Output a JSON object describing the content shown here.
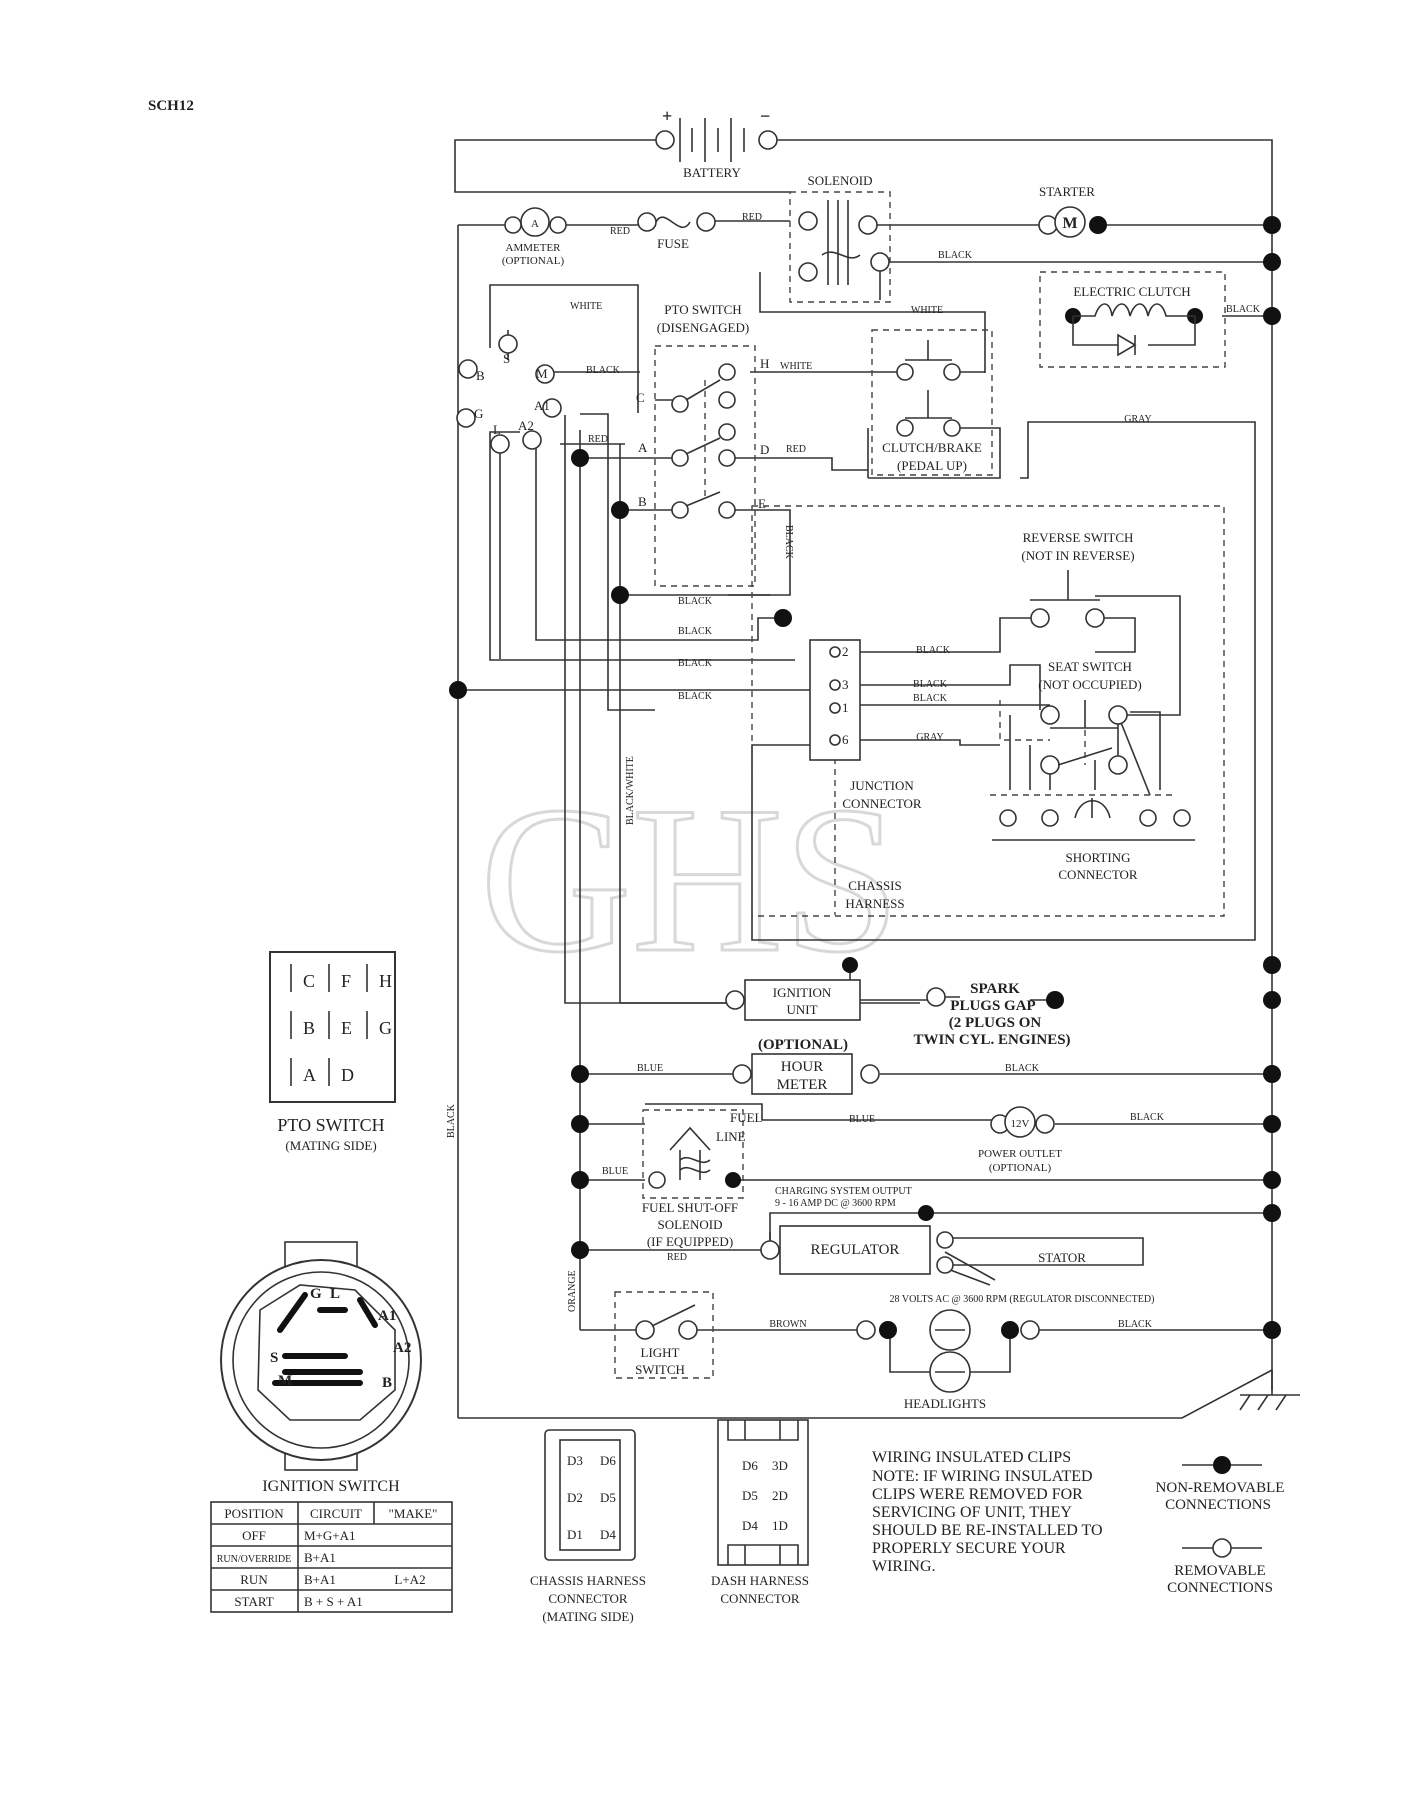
{
  "page": {
    "code": "SCH12",
    "watermark": "GHS"
  },
  "components": {
    "battery": "BATTERY",
    "battery_plus": "+",
    "battery_minus": "−",
    "solenoid": "SOLENOID",
    "starter": "STARTER",
    "starter_symbol": "M",
    "ammeter_l1": "AMMETER",
    "ammeter_l2": "(OPTIONAL)",
    "ammeter_symbol": "A",
    "fuse": "FUSE",
    "electric_clutch": "ELECTRIC CLUTCH",
    "pto_switch_l1": "PTO SWITCH",
    "pto_switch_l2": "(DISENGAGED)",
    "clutch_brake_l1": "CLUTCH/BRAKE",
    "clutch_brake_l2": "(PEDAL UP)",
    "reverse_switch_l1": "REVERSE SWITCH",
    "reverse_switch_l2": "(NOT IN REVERSE)",
    "seat_switch_l1": "SEAT SWITCH",
    "seat_switch_l2": "(NOT OCCUPIED)",
    "junction_l1": "JUNCTION",
    "junction_l2": "CONNECTOR",
    "shorting_l1": "SHORTING",
    "shorting_l2": "CONNECTOR",
    "chassis_l1": "CHASSIS",
    "chassis_l2": "HARNESS",
    "ignition_unit_l1": "IGNITION",
    "ignition_unit_l2": "UNIT",
    "spark_l1": "SPARK",
    "spark_l2": "PLUGS GAP",
    "spark_l3": "(2 PLUGS ON",
    "spark_l4": "TWIN CYL. ENGINES)",
    "hour_meter_opt": "(OPTIONAL)",
    "hour_meter_l1": "HOUR",
    "hour_meter_l2": "METER",
    "fuel_line_l1": "FUEL",
    "fuel_line_l2": "LINE",
    "power_outlet_symbol": "12V",
    "power_outlet_l1": "POWER OUTLET",
    "power_outlet_l2": "(OPTIONAL)",
    "fuel_shutoff_l1": "FUEL SHUT-OFF",
    "fuel_shutoff_l2": "SOLENOID",
    "fuel_shutoff_l3": "(IF EQUIPPED)",
    "charging_l1": "CHARGING SYSTEM OUTPUT",
    "charging_l2": "9 - 16 AMP DC @ 3600 RPM",
    "regulator": "REGULATOR",
    "stator": "STATOR",
    "stator_note": "28 VOLTS AC @ 3600 RPM (REGULATOR DISCONNECTED)",
    "light_switch_l1": "LIGHT",
    "light_switch_l2": "SWITCH",
    "headlights": "HEADLIGHTS"
  },
  "terminals": {
    "ign_s": "S",
    "ign_b": "B",
    "ign_m": "M",
    "ign_a1": "A1",
    "ign_g": "G",
    "ign_l": "L",
    "ign_a2": "A2",
    "pto_c": "C",
    "pto_h": "H",
    "pto_a": "A",
    "pto_d": "D",
    "pto_b": "B",
    "pto_e": "E",
    "jc_2": "2",
    "jc_3": "3",
    "jc_1": "1",
    "jc_6": "6"
  },
  "wires": {
    "red": "RED",
    "black": "BLACK",
    "white": "WHITE",
    "gray": "GRAY",
    "blue": "BLUE",
    "brown": "BROWN",
    "orange": "ORANGE",
    "black_white": "BLACK/WHITE"
  },
  "pto_mating": {
    "title": "PTO SWITCH",
    "subtitle": "(MATING SIDE)",
    "grid": [
      [
        "C",
        "F",
        "H"
      ],
      [
        "B",
        "E",
        "G"
      ],
      [
        "A",
        "D"
      ]
    ]
  },
  "ignition_switch": {
    "title": "IGNITION SWITCH",
    "face_labels": {
      "g": "G",
      "l": "L",
      "a1": "A1",
      "s": "S",
      "a2": "A2",
      "m": "M",
      "b": "B"
    },
    "headers": [
      "POSITION",
      "CIRCUIT",
      "\"MAKE\""
    ],
    "rows": [
      {
        "position": "OFF",
        "circuit": "M+G+A1",
        "extra": ""
      },
      {
        "position": "RUN/OVERRIDE",
        "circuit": "B+A1",
        "extra": ""
      },
      {
        "position": "RUN",
        "circuit": "B+A1",
        "extra": "L+A2"
      },
      {
        "position": "START",
        "circuit": "B + S + A1",
        "extra": ""
      }
    ]
  },
  "chassis_connector": {
    "l1": "CHASSIS HARNESS",
    "l2": "CONNECTOR",
    "l3": "(MATING SIDE)",
    "pins_left": [
      "D3",
      "D2",
      "D1"
    ],
    "pins_right": [
      "D6",
      "D5",
      "D4"
    ]
  },
  "dash_connector": {
    "l1": "DASH HARNESS",
    "l2": "CONNECTOR",
    "pins_left": [
      "6",
      "5",
      "4"
    ],
    "pins_right": [
      "3",
      "2",
      "1"
    ]
  },
  "note": {
    "title": "WIRING INSULATED CLIPS",
    "lines": [
      "NOTE:  IF WIRING INSULATED",
      "CLIPS WERE REMOVED FOR",
      "SERVICING OF UNIT, THEY",
      "SHOULD BE RE-INSTALLED TO",
      "PROPERLY SECURE YOUR",
      "WIRING."
    ]
  },
  "legend": {
    "non_removable_l1": "NON-REMOVABLE",
    "non_removable_l2": "CONNECTIONS",
    "removable_l1": "REMOVABLE",
    "removable_l2": "CONNECTIONS"
  }
}
